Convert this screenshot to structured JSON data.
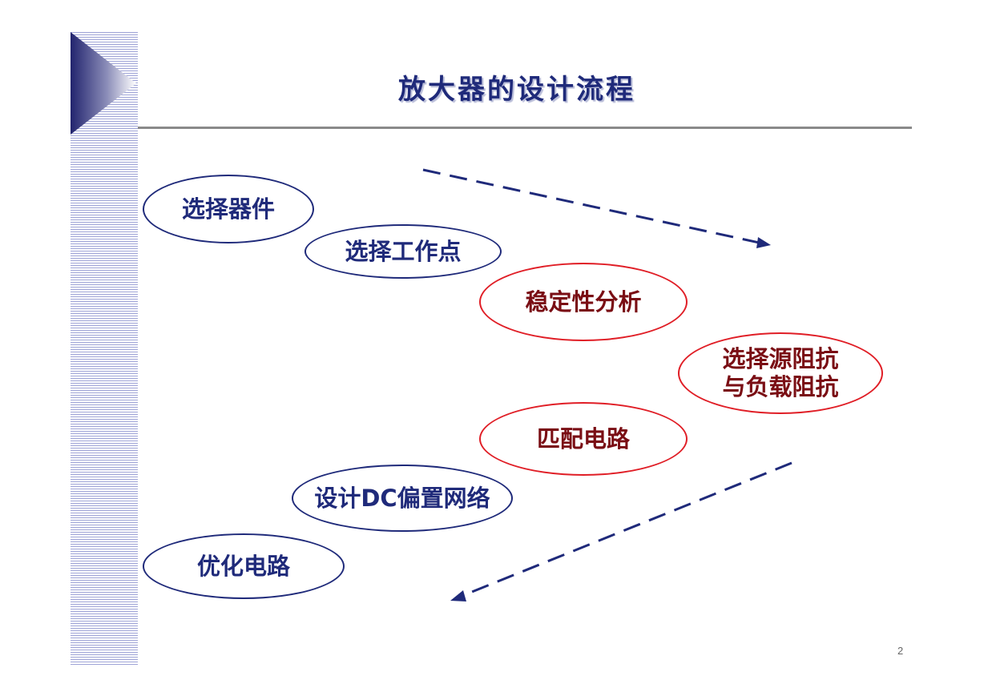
{
  "slide": {
    "title": "放大器的设计流程",
    "page_number": "2"
  },
  "steps": [
    {
      "label": "选择器件",
      "color": "blue"
    },
    {
      "label": "选择工作点",
      "color": "blue"
    },
    {
      "label": "稳定性分析",
      "color": "red"
    },
    {
      "label_lines": [
        "选择源阻抗",
        "与负载阻抗"
      ],
      "color": "red"
    },
    {
      "label": "匹配电路",
      "color": "red"
    },
    {
      "label": "设计DC偏置网络",
      "color": "blue"
    },
    {
      "label": "优化电路",
      "color": "blue"
    }
  ],
  "colors": {
    "blue": "#1f2a7a",
    "red": "#e01e26",
    "dark_red_text": "#7a0e14",
    "stripe": "#9ea3d6"
  }
}
